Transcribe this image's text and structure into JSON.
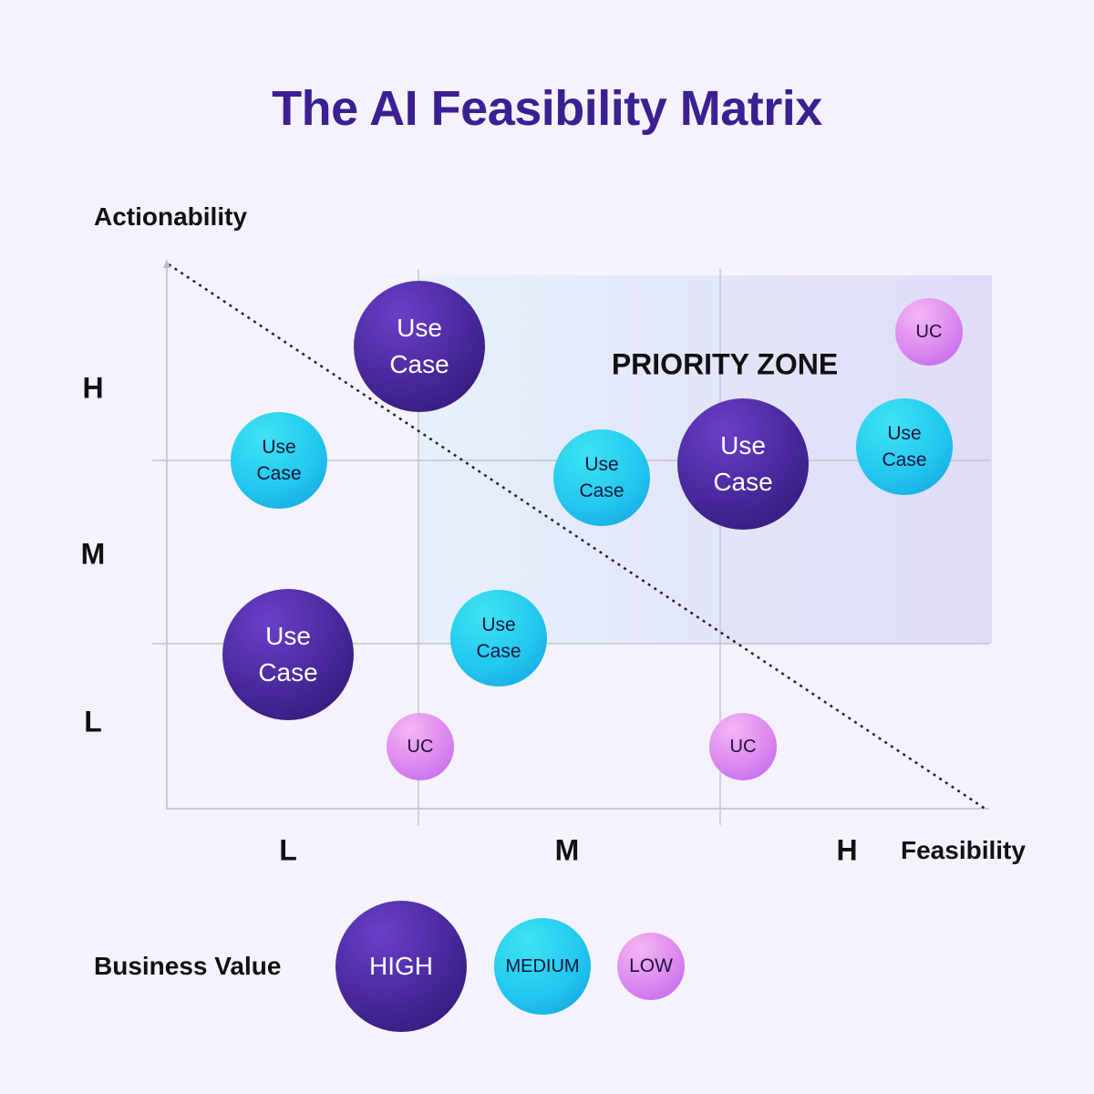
{
  "title": "The AI Feasibility Matrix",
  "y_axis": {
    "label": "Actionability",
    "ticks": [
      "H",
      "M",
      "L"
    ]
  },
  "x_axis": {
    "label": "Feasibility",
    "ticks": [
      "L",
      "M",
      "H"
    ]
  },
  "priority_zone": {
    "label": "PRIORITY ZONE"
  },
  "bubbles": [
    {
      "text": "Use\nCase",
      "value": "high"
    },
    {
      "text": "UC",
      "value": "low"
    },
    {
      "text": "Use\nCase",
      "value": "medium"
    },
    {
      "text": "Use\nCase",
      "value": "medium"
    },
    {
      "text": "Use\nCase",
      "value": "high"
    },
    {
      "text": "Use\nCase",
      "value": "medium"
    },
    {
      "text": "Use\nCase",
      "value": "high"
    },
    {
      "text": "Use\nCase",
      "value": "medium"
    },
    {
      "text": "UC",
      "value": "low"
    },
    {
      "text": "UC",
      "value": "low"
    }
  ],
  "legend": {
    "label": "Business Value",
    "items": [
      {
        "text": "HIGH",
        "value": "high"
      },
      {
        "text": "MEDIUM",
        "value": "medium"
      },
      {
        "text": "LOW",
        "value": "low"
      }
    ]
  },
  "colors": {
    "title": "#3b1f93",
    "high": "#4a2a9e",
    "medium": "#22c8ee",
    "low": "#dc88ef",
    "priority_zone": "#e2e2fa"
  }
}
